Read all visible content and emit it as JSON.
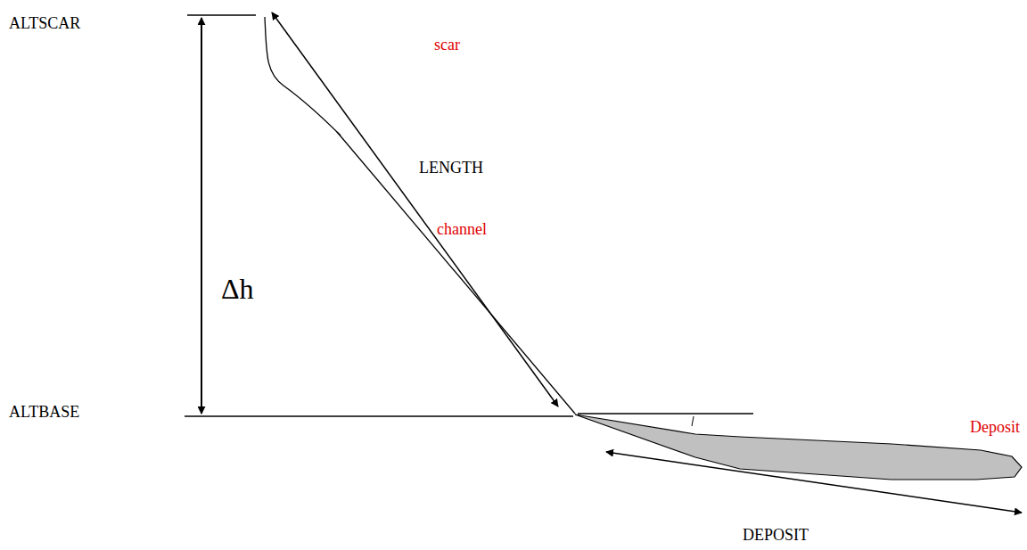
{
  "diagram": {
    "labels": [
      "ALTSCAR",
      "scar",
      "LENGTH",
      "channel",
      "Δh",
      "ALTBASE",
      "Deposit",
      "DEPOSIT"
    ]
  }
}
